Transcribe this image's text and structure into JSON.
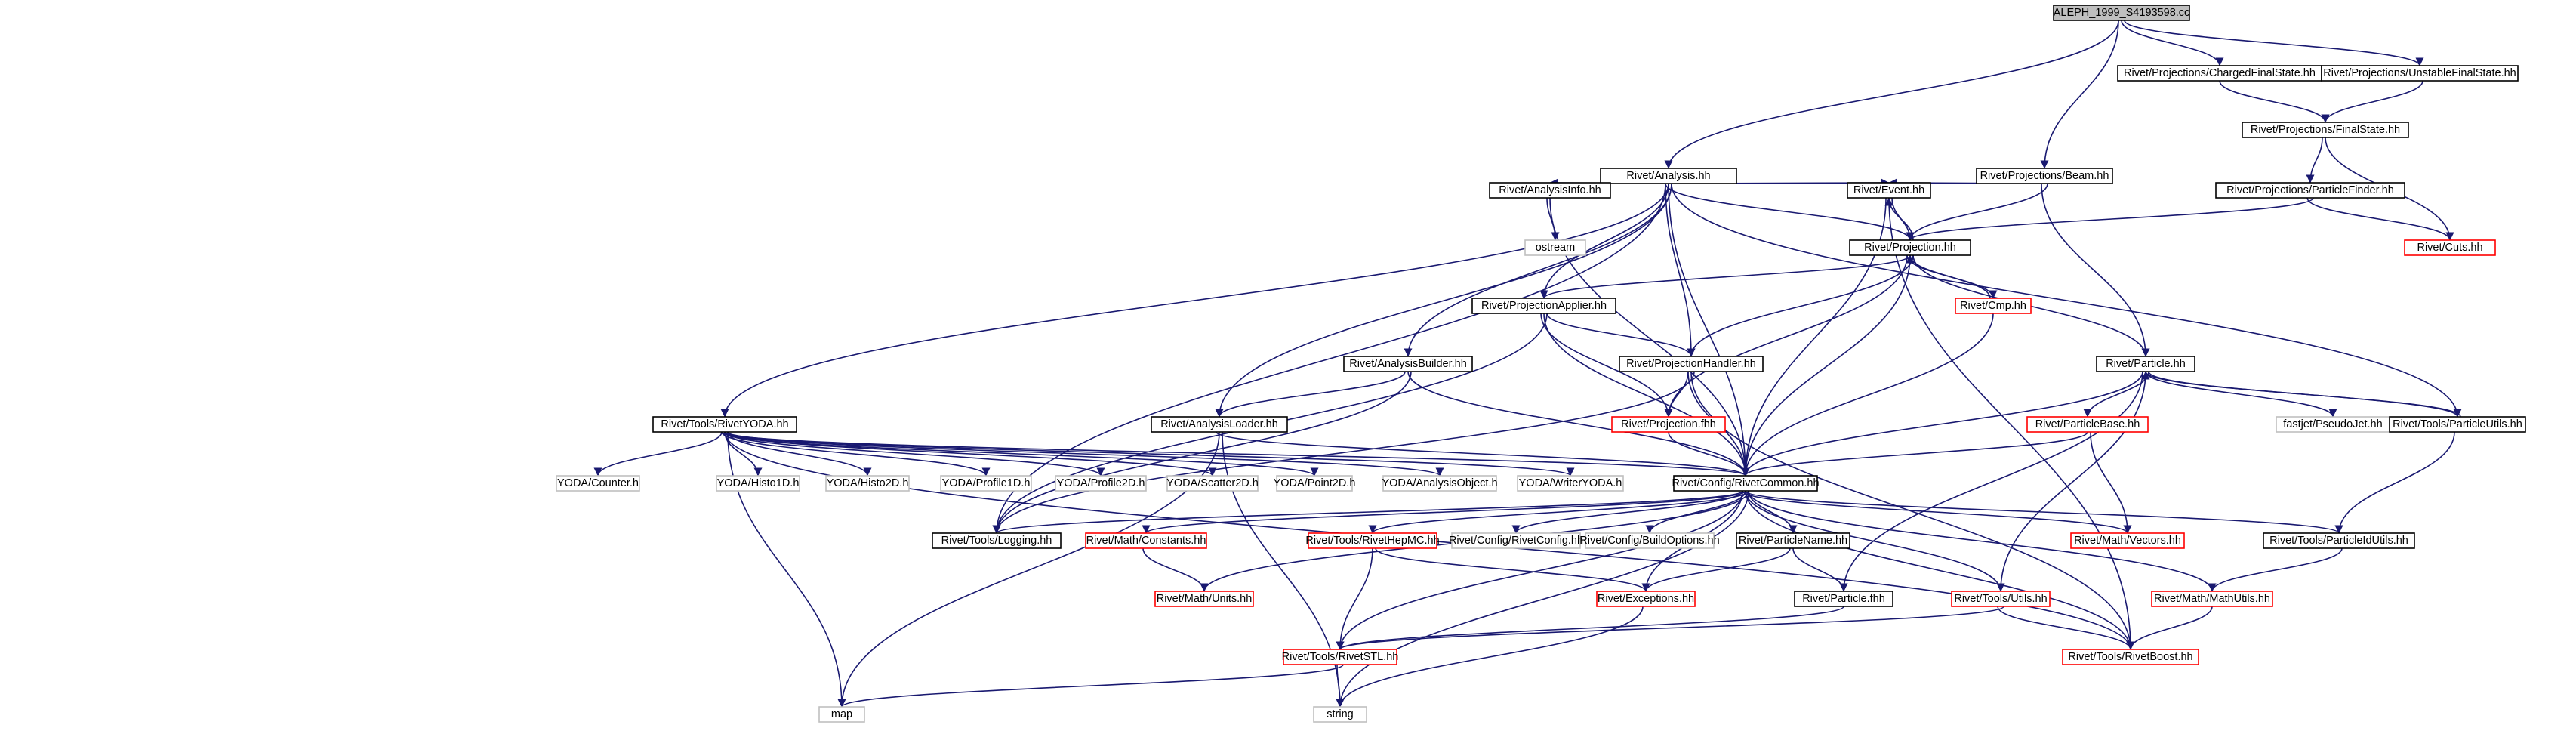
{
  "colors": {
    "edge": "#191970",
    "root_fill": "#bfbfbf",
    "root_stroke": "#000000",
    "node_fill": "#ffffff",
    "node_stroke": "#000000",
    "missing_stroke": "#ff0000",
    "external_stroke": "#bfbfbf"
  },
  "nodes": [
    {
      "id": "root",
      "label": "ALEPH_1999_S4193598.cc",
      "kind": "root"
    },
    {
      "id": "analysis",
      "label": "Rivet/Analysis.hh",
      "kind": "normal"
    },
    {
      "id": "chargedfs",
      "label": "Rivet/Projections/ChargedFinalState.hh",
      "kind": "normal"
    },
    {
      "id": "unstablefs",
      "label": "Rivet/Projections/UnstableFinalState.hh",
      "kind": "normal"
    },
    {
      "id": "beam",
      "label": "Rivet/Projections/Beam.hh",
      "kind": "normal"
    },
    {
      "id": "finalstate",
      "label": "Rivet/Projections/FinalState.hh",
      "kind": "normal"
    },
    {
      "id": "particlefinder",
      "label": "Rivet/Projections/ParticleFinder.hh",
      "kind": "normal"
    },
    {
      "id": "cuts",
      "label": "Rivet/Cuts.hh",
      "kind": "missing"
    },
    {
      "id": "analysisinfo",
      "label": "Rivet/AnalysisInfo.hh",
      "kind": "normal"
    },
    {
      "id": "event",
      "label": "Rivet/Event.hh",
      "kind": "normal"
    },
    {
      "id": "ostream",
      "label": "ostream",
      "kind": "external"
    },
    {
      "id": "projection",
      "label": "Rivet/Projection.hh",
      "kind": "normal"
    },
    {
      "id": "projapplier",
      "label": "Rivet/ProjectionApplier.hh",
      "kind": "normal"
    },
    {
      "id": "cmp",
      "label": "Rivet/Cmp.hh",
      "kind": "missing"
    },
    {
      "id": "analysisbuilder",
      "label": "Rivet/AnalysisBuilder.hh",
      "kind": "normal"
    },
    {
      "id": "projhandler",
      "label": "Rivet/ProjectionHandler.hh",
      "kind": "normal"
    },
    {
      "id": "particle",
      "label": "Rivet/Particle.hh",
      "kind": "normal"
    },
    {
      "id": "rivetyoda",
      "label": "Rivet/Tools/RivetYODA.hh",
      "kind": "normal"
    },
    {
      "id": "analysisloader",
      "label": "Rivet/AnalysisLoader.hh",
      "kind": "normal"
    },
    {
      "id": "projfhh",
      "label": "Rivet/Projection.fhh",
      "kind": "missing"
    },
    {
      "id": "particlebase",
      "label": "Rivet/ParticleBase.hh",
      "kind": "missing"
    },
    {
      "id": "pseudojet",
      "label": "fastjet/PseudoJet.hh",
      "kind": "external"
    },
    {
      "id": "particleutils",
      "label": "Rivet/Tools/ParticleUtils.hh",
      "kind": "normal"
    },
    {
      "id": "counter",
      "label": "YODA/Counter.h",
      "kind": "external"
    },
    {
      "id": "histo1d",
      "label": "YODA/Histo1D.h",
      "kind": "external"
    },
    {
      "id": "histo2d",
      "label": "YODA/Histo2D.h",
      "kind": "external"
    },
    {
      "id": "profile1d",
      "label": "YODA/Profile1D.h",
      "kind": "external"
    },
    {
      "id": "profile2d",
      "label": "YODA/Profile2D.h",
      "kind": "external"
    },
    {
      "id": "scatter2d",
      "label": "YODA/Scatter2D.h",
      "kind": "external"
    },
    {
      "id": "point2d",
      "label": "YODA/Point2D.h",
      "kind": "external"
    },
    {
      "id": "analysisobject",
      "label": "YODA/AnalysisObject.h",
      "kind": "external"
    },
    {
      "id": "writeryoda",
      "label": "YODA/WriterYODA.h",
      "kind": "external"
    },
    {
      "id": "rivetcommon",
      "label": "Rivet/Config/RivetCommon.hh",
      "kind": "normal"
    },
    {
      "id": "logging",
      "label": "Rivet/Tools/Logging.hh",
      "kind": "normal"
    },
    {
      "id": "constants",
      "label": "Rivet/Math/Constants.hh",
      "kind": "missing"
    },
    {
      "id": "rivethepmc",
      "label": "Rivet/Tools/RivetHepMC.hh",
      "kind": "missing"
    },
    {
      "id": "rivetconfig",
      "label": "Rivet/Config/RivetConfig.hh",
      "kind": "external"
    },
    {
      "id": "buildoptions",
      "label": "Rivet/Config/BuildOptions.hh",
      "kind": "external"
    },
    {
      "id": "particlename",
      "label": "Rivet/ParticleName.hh",
      "kind": "normal"
    },
    {
      "id": "vectors",
      "label": "Rivet/Math/Vectors.hh",
      "kind": "missing"
    },
    {
      "id": "particleidutils",
      "label": "Rivet/Tools/ParticleIdUtils.hh",
      "kind": "normal"
    },
    {
      "id": "units",
      "label": "Rivet/Math/Units.hh",
      "kind": "missing"
    },
    {
      "id": "exceptions",
      "label": "Rivet/Exceptions.hh",
      "kind": "missing"
    },
    {
      "id": "particlefhh",
      "label": "Rivet/Particle.fhh",
      "kind": "normal"
    },
    {
      "id": "utils",
      "label": "Rivet/Tools/Utils.hh",
      "kind": "missing"
    },
    {
      "id": "mathutils",
      "label": "Rivet/Math/MathUtils.hh",
      "kind": "missing"
    },
    {
      "id": "rivetstl",
      "label": "Rivet/Tools/RivetSTL.hh",
      "kind": "missing"
    },
    {
      "id": "rivetboost",
      "label": "Rivet/Tools/RivetBoost.hh",
      "kind": "missing"
    },
    {
      "id": "map",
      "label": "map",
      "kind": "external"
    },
    {
      "id": "string",
      "label": "string",
      "kind": "external"
    }
  ],
  "edges": [
    [
      "root",
      "analysis"
    ],
    [
      "root",
      "chargedfs"
    ],
    [
      "root",
      "unstablefs"
    ],
    [
      "root",
      "beam"
    ],
    [
      "chargedfs",
      "finalstate"
    ],
    [
      "unstablefs",
      "finalstate"
    ],
    [
      "finalstate",
      "particlefinder"
    ],
    [
      "finalstate",
      "cuts"
    ],
    [
      "particlefinder",
      "projection"
    ],
    [
      "particlefinder",
      "cuts"
    ],
    [
      "beam",
      "event"
    ],
    [
      "beam",
      "projection"
    ],
    [
      "beam",
      "particle"
    ],
    [
      "analysis",
      "analysisinfo"
    ],
    [
      "analysis",
      "event"
    ],
    [
      "analysis",
      "projection"
    ],
    [
      "analysis",
      "projapplier"
    ],
    [
      "analysis",
      "analysisbuilder"
    ],
    [
      "analysis",
      "projhandler"
    ],
    [
      "analysis",
      "rivetyoda"
    ],
    [
      "analysis",
      "analysisloader"
    ],
    [
      "analysis",
      "logging"
    ],
    [
      "analysis",
      "rivetcommon"
    ],
    [
      "analysis",
      "particleutils"
    ],
    [
      "analysisinfo",
      "ostream"
    ],
    [
      "analysisinfo",
      "rivetcommon"
    ],
    [
      "event",
      "projection"
    ],
    [
      "event",
      "rivetcommon"
    ],
    [
      "event",
      "rivetboost"
    ],
    [
      "projection",
      "event"
    ],
    [
      "projection",
      "cmp"
    ],
    [
      "projection",
      "projapplier"
    ],
    [
      "projection",
      "projhandler"
    ],
    [
      "projection",
      "projfhh"
    ],
    [
      "projection",
      "rivetcommon"
    ],
    [
      "projection",
      "particle"
    ],
    [
      "cmp",
      "projection"
    ],
    [
      "cmp",
      "rivetcommon"
    ],
    [
      "projapplier",
      "projhandler"
    ],
    [
      "projapplier",
      "projfhh"
    ],
    [
      "projapplier",
      "rivetcommon"
    ],
    [
      "projapplier",
      "logging"
    ],
    [
      "analysisbuilder",
      "analysisloader"
    ],
    [
      "analysisbuilder",
      "rivetcommon"
    ],
    [
      "analysisbuilder",
      "logging"
    ],
    [
      "projhandler",
      "projfhh"
    ],
    [
      "projhandler",
      "rivetcommon"
    ],
    [
      "projhandler",
      "logging"
    ],
    [
      "projhandler",
      "rivetboost"
    ],
    [
      "projfhh",
      "rivetcommon"
    ],
    [
      "particle",
      "particlebase"
    ],
    [
      "particle",
      "rivetcommon"
    ],
    [
      "particle",
      "pseudojet"
    ],
    [
      "particle",
      "particleutils"
    ],
    [
      "particle",
      "particlefhh"
    ],
    [
      "particle",
      "utils"
    ],
    [
      "particleutils",
      "particle"
    ],
    [
      "particleutils",
      "particleidutils"
    ],
    [
      "particlebase",
      "rivetcommon"
    ],
    [
      "particlebase",
      "vectors"
    ],
    [
      "analysisloader",
      "rivetcommon"
    ],
    [
      "analysisloader",
      "map"
    ],
    [
      "analysisloader",
      "string"
    ],
    [
      "rivetyoda",
      "counter"
    ],
    [
      "rivetyoda",
      "histo1d"
    ],
    [
      "rivetyoda",
      "histo2d"
    ],
    [
      "rivetyoda",
      "profile1d"
    ],
    [
      "rivetyoda",
      "profile2d"
    ],
    [
      "rivetyoda",
      "scatter2d"
    ],
    [
      "rivetyoda",
      "point2d"
    ],
    [
      "rivetyoda",
      "analysisobject"
    ],
    [
      "rivetyoda",
      "writeryoda"
    ],
    [
      "rivetyoda",
      "rivetcommon"
    ],
    [
      "rivetyoda",
      "rivetboost"
    ],
    [
      "rivetyoda",
      "map"
    ],
    [
      "rivetcommon",
      "logging"
    ],
    [
      "rivetcommon",
      "constants"
    ],
    [
      "rivetcommon",
      "rivethepmc"
    ],
    [
      "rivetcommon",
      "rivetconfig"
    ],
    [
      "rivetcommon",
      "buildoptions"
    ],
    [
      "rivetcommon",
      "particlename"
    ],
    [
      "rivetcommon",
      "vectors"
    ],
    [
      "rivetcommon",
      "particleidutils"
    ],
    [
      "rivetcommon",
      "units"
    ],
    [
      "rivetcommon",
      "exceptions"
    ],
    [
      "rivetcommon",
      "utils"
    ],
    [
      "rivetcommon",
      "mathutils"
    ],
    [
      "rivetcommon",
      "rivetstl"
    ],
    [
      "rivetcommon",
      "rivetboost"
    ],
    [
      "rivetcommon",
      "string"
    ],
    [
      "constants",
      "units"
    ],
    [
      "rivethepmc",
      "rivetstl"
    ],
    [
      "rivethepmc",
      "exceptions"
    ],
    [
      "particlename",
      "exceptions"
    ],
    [
      "particlename",
      "particlefhh"
    ],
    [
      "particleidutils",
      "mathutils"
    ],
    [
      "exceptions",
      "string"
    ],
    [
      "particlefhh",
      "rivetstl"
    ],
    [
      "utils",
      "rivetstl"
    ],
    [
      "utils",
      "rivetboost"
    ],
    [
      "mathutils",
      "rivetboost"
    ],
    [
      "rivetstl",
      "map"
    ],
    [
      "rivetstl",
      "string"
    ]
  ]
}
